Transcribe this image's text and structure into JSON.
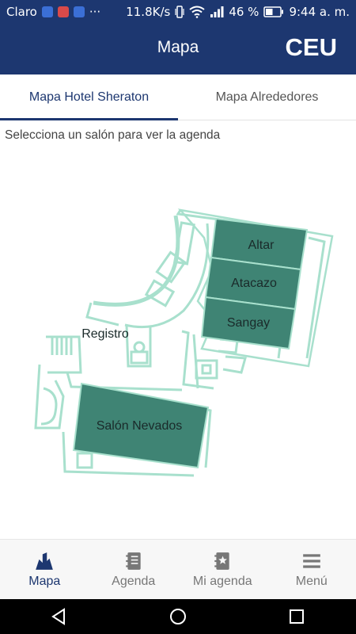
{
  "status_bar": {
    "carrier": "Claro",
    "more": "···",
    "net_speed": "11.8K/s",
    "battery": "46 %",
    "time": "9:44 a. m."
  },
  "app_bar": {
    "title": "Mapa",
    "brand": "CEU"
  },
  "tabs": [
    {
      "label": "Mapa Hotel Sheraton",
      "active": true
    },
    {
      "label": "Mapa Alrededores",
      "active": false
    }
  ],
  "instruction": "Selecciona un salón para ver la agenda",
  "map": {
    "room_color": "#3f8474",
    "outline_color": "#a8e0cd",
    "rooms": {
      "altar": "Altar",
      "atacazo": "Atacazo",
      "sangay": "Sangay",
      "nevados": "Salón Nevados"
    },
    "registro": "Registro"
  },
  "bottom_nav": [
    {
      "label": "Mapa",
      "icon": "map-buildings-icon",
      "active": true
    },
    {
      "label": "Agenda",
      "icon": "notebook-icon",
      "active": false
    },
    {
      "label": "Mi agenda",
      "icon": "star-notebook-icon",
      "active": false
    },
    {
      "label": "Menú",
      "icon": "hamburger-menu-icon",
      "active": false
    }
  ]
}
